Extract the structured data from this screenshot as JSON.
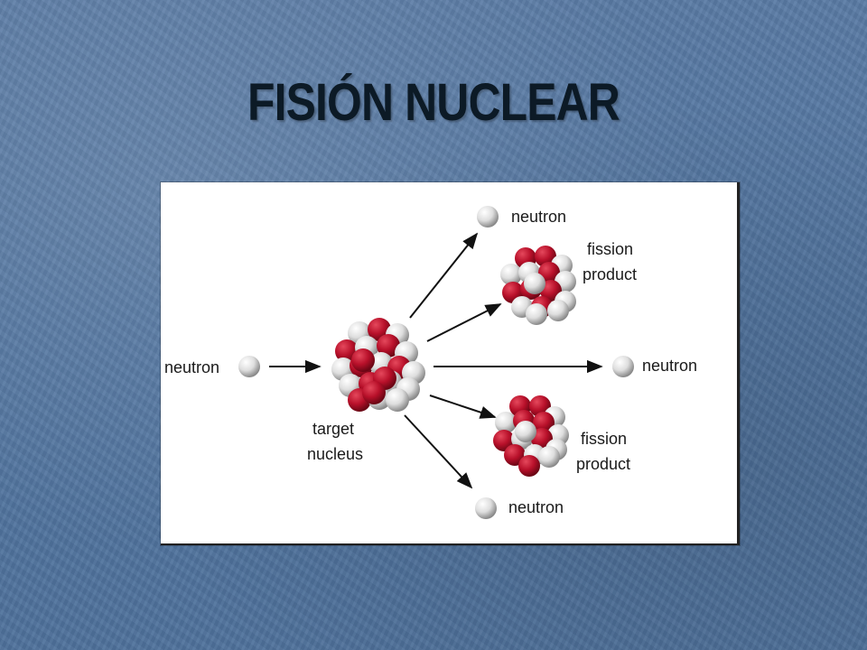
{
  "slide": {
    "title": "FISIÓN NUCLEAR"
  },
  "diagram": {
    "labels": {
      "incoming_neutron": "neutron",
      "target_line1": "target",
      "target_line2": "nucleus",
      "out_neutron_top": "neutron",
      "product_top_line1": "fission",
      "product_top_line2": "product",
      "out_neutron_mid": "neutron",
      "product_bottom_line1": "fission",
      "product_bottom_line2": "product",
      "out_neutron_bottom": "neutron"
    },
    "colors": {
      "proton": "#b8102a",
      "neutron": "#e4e4e4",
      "arrow": "#111111"
    }
  }
}
